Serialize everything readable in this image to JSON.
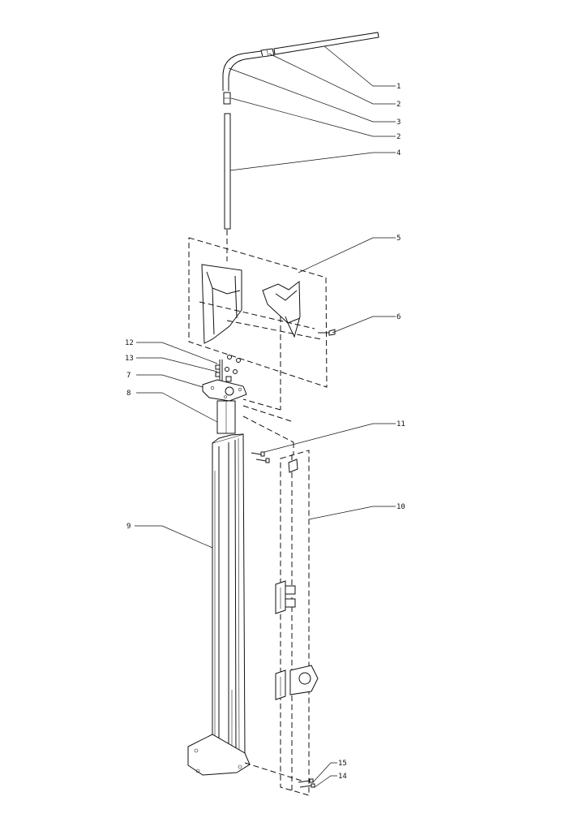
{
  "callouts": [
    {
      "id": "c1",
      "label": "1"
    },
    {
      "id": "c2a",
      "label": "2"
    },
    {
      "id": "c3",
      "label": "3"
    },
    {
      "id": "c2b",
      "label": "2"
    },
    {
      "id": "c4",
      "label": "4"
    },
    {
      "id": "c5",
      "label": "5"
    },
    {
      "id": "c6",
      "label": "6"
    },
    {
      "id": "c12",
      "label": "12"
    },
    {
      "id": "c13",
      "label": "13"
    },
    {
      "id": "c7",
      "label": "7"
    },
    {
      "id": "c8",
      "label": "8"
    },
    {
      "id": "c11",
      "label": "11"
    },
    {
      "id": "c10",
      "label": "10"
    },
    {
      "id": "c9",
      "label": "9"
    },
    {
      "id": "c15",
      "label": "15"
    },
    {
      "id": "c14",
      "label": "14"
    }
  ]
}
